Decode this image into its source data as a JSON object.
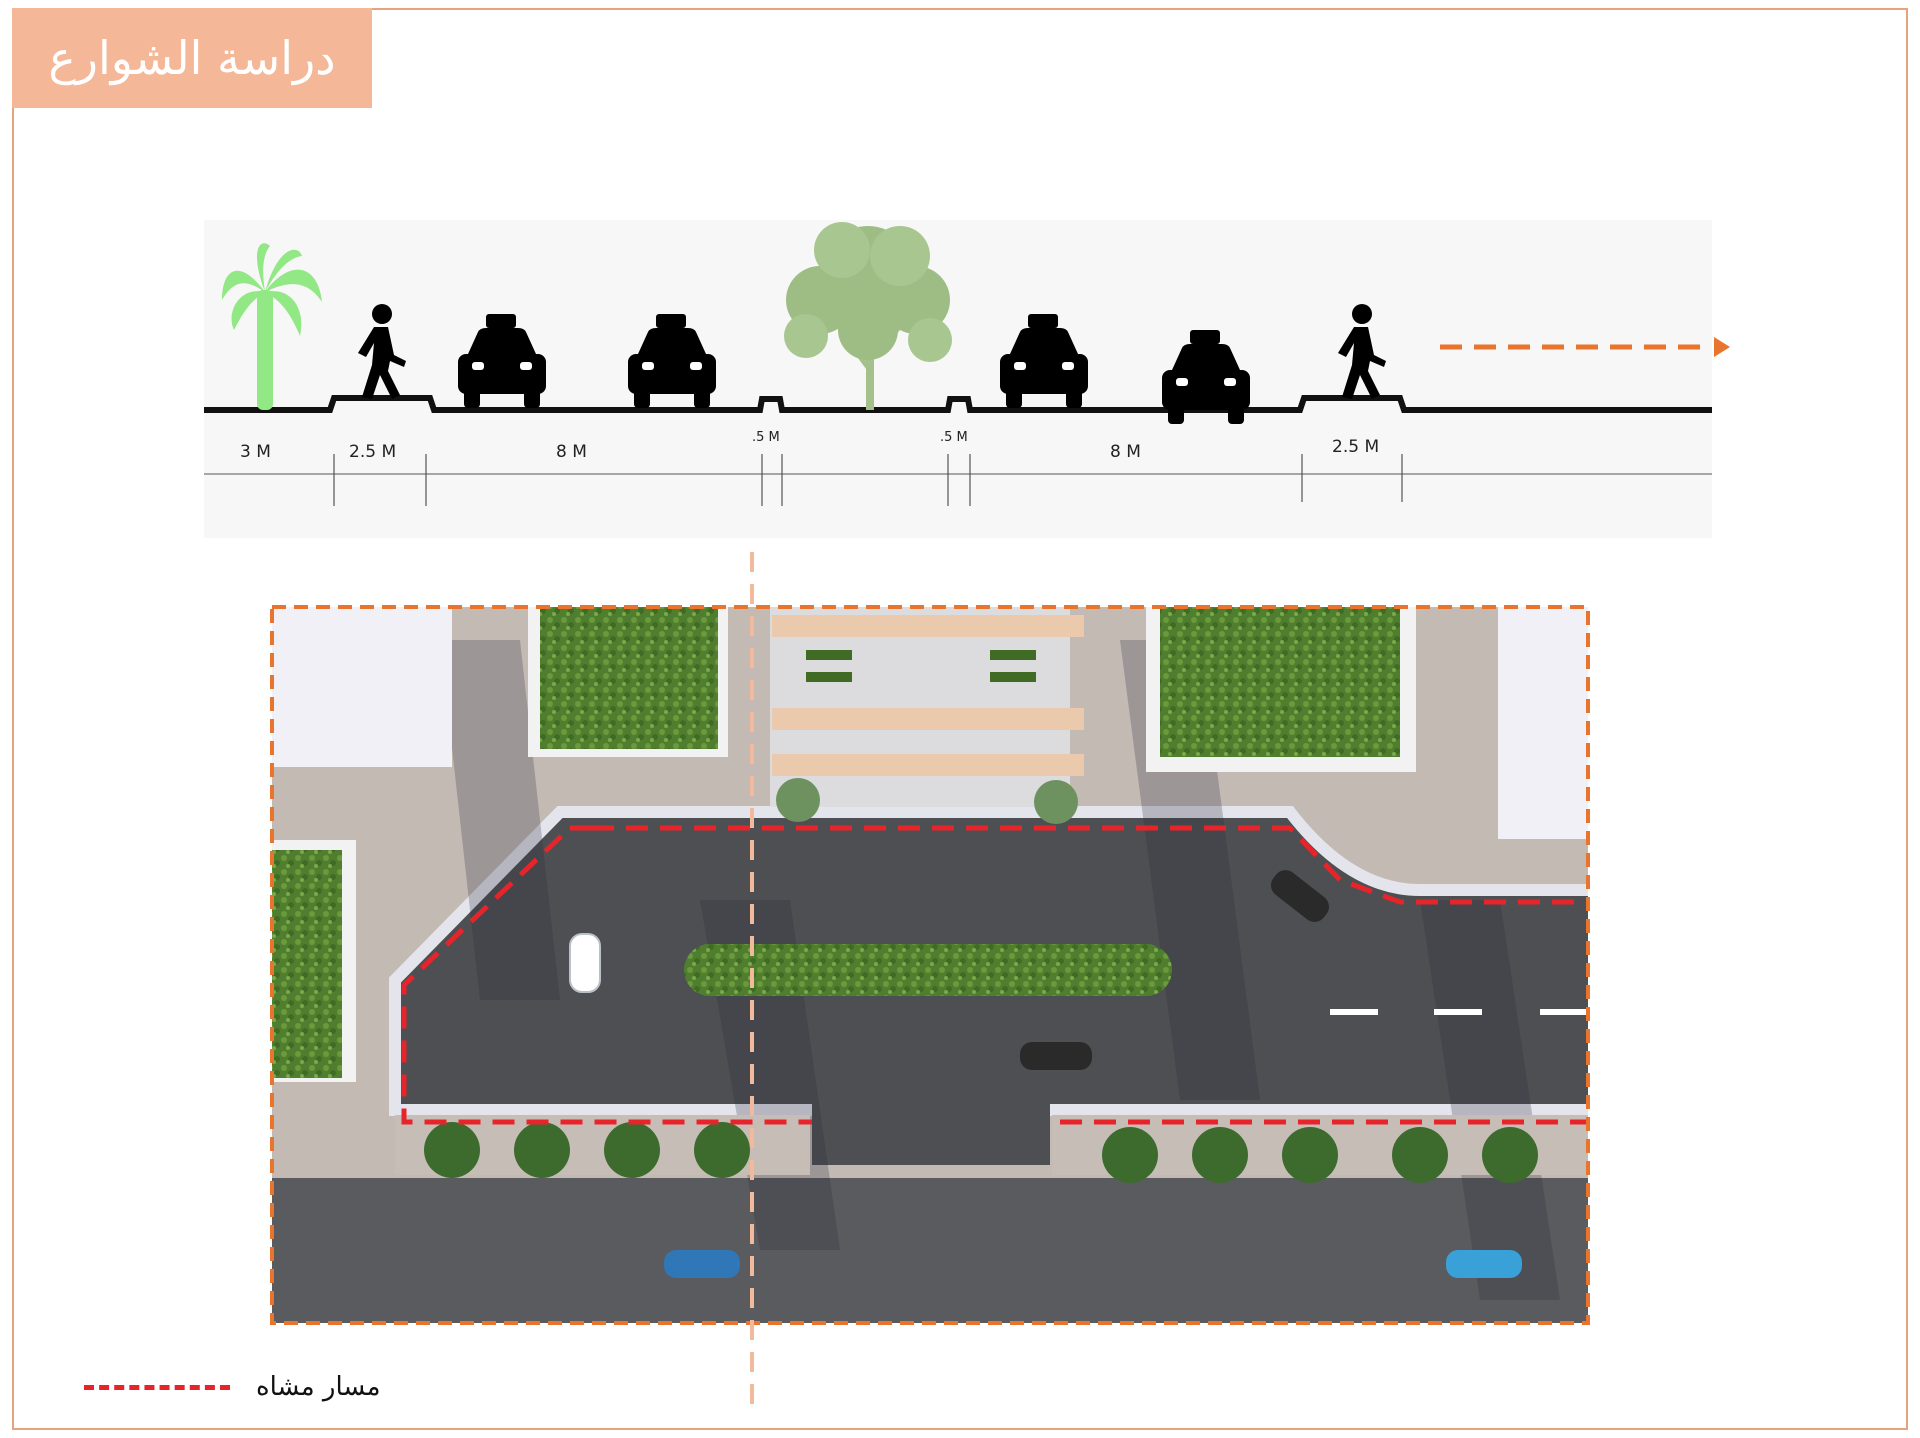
{
  "title": "دراسة الشوارع",
  "section_dims": {
    "d1": "3 M",
    "d2": "2.5 M",
    "d3": "8 M",
    "d4": ".5 M",
    "d5": ".5 M",
    "d6": "8 M",
    "d7": "2.5 M"
  },
  "legend": {
    "label": "مسار مشاه"
  },
  "colors": {
    "accent_orange": "#e8742e",
    "title_bg": "#f4b898",
    "pedestrian_path": "#e8242b"
  }
}
